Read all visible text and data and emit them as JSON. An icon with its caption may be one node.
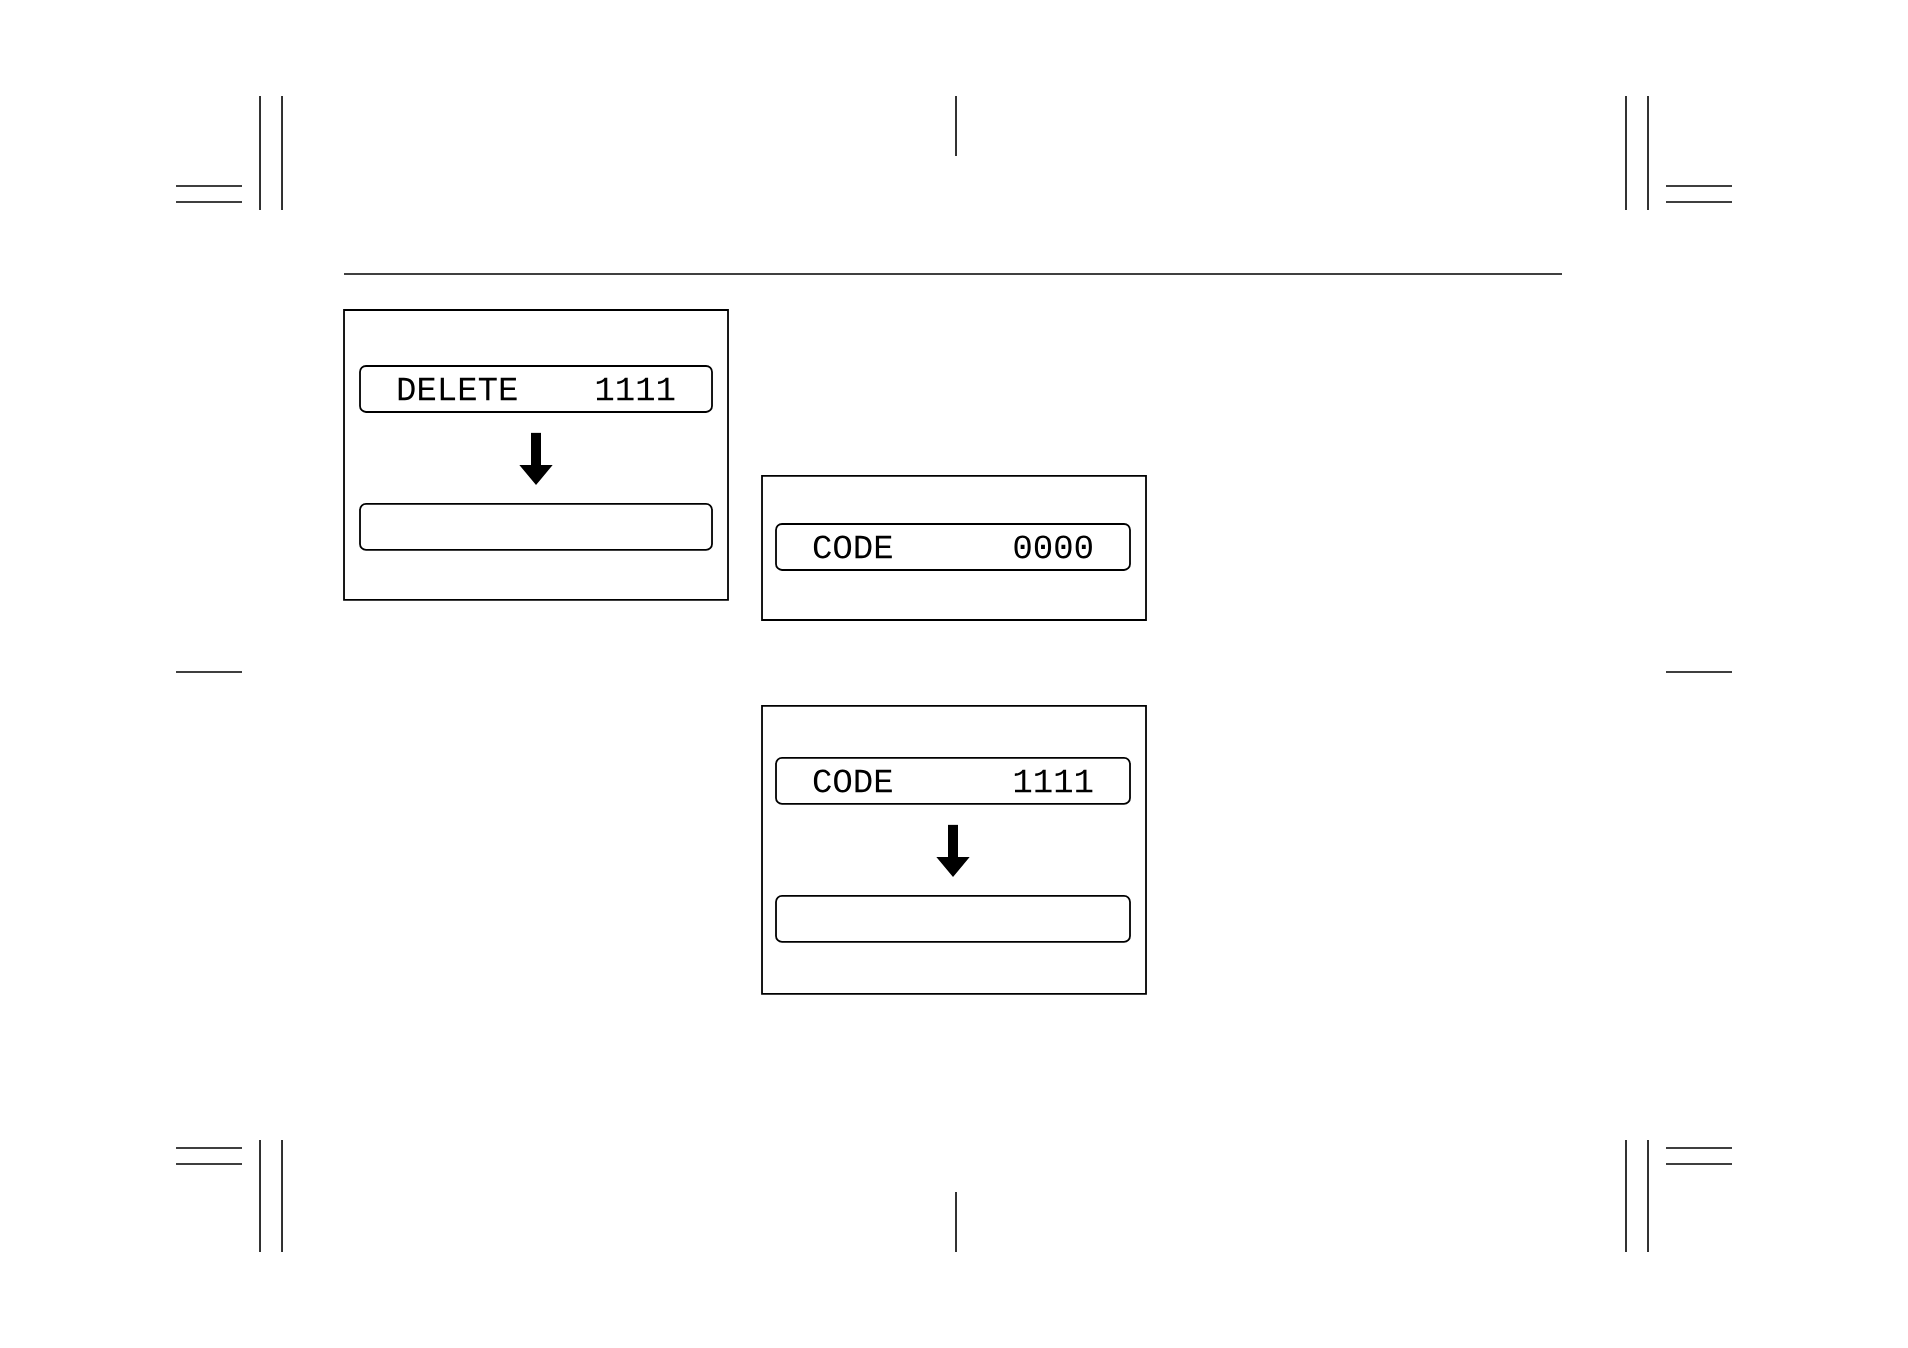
{
  "diagram": {
    "nodes": [
      {
        "text": [],
        "shape": "box"
      },
      {
        "text": [
          "DELETE",
          "1111"
        ],
        "in": 0
      },
      {
        "text": [],
        "shape": "box",
        "in": 0
      },
      {
        "text": [],
        "shape": "box"
      },
      {
        "text": [
          "CODE",
          "0000"
        ],
        "in": 3
      },
      {
        "text": [],
        "shape": "box"
      },
      {
        "text": [
          "CODE",
          "1111"
        ],
        "in": 5
      },
      {
        "text": [],
        "shape": "box",
        "in": 5
      }
    ],
    "edges": [
      {
        "from": 1,
        "to": 2,
        "arrow": "to"
      },
      {
        "from": 6,
        "to": 7,
        "arrow": "to"
      }
    ]
  }
}
